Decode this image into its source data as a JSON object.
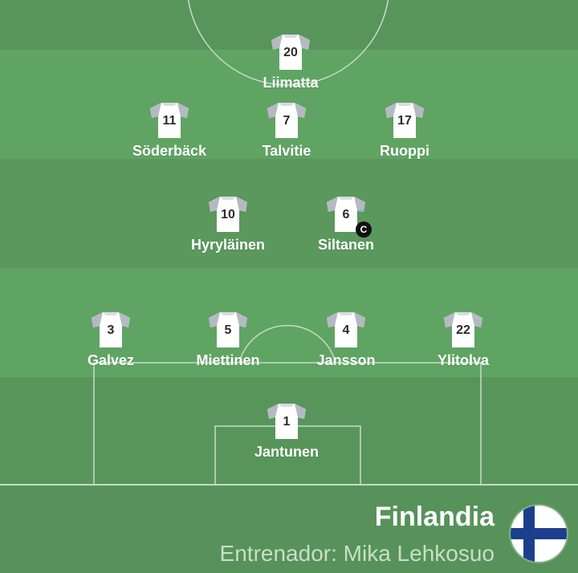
{
  "team": {
    "name": "Finlandia",
    "coach_label": "Entrenador:",
    "coach_name": "Mika Lehkosuo",
    "flag_icon": "finland-flag-icon",
    "colors": {
      "flag_white": "#ffffff",
      "flag_blue": "#1c3f8c",
      "shirt": "#ffffff",
      "shirt_sleeve": "#b5b9c3"
    }
  },
  "players": [
    {
      "number": "20",
      "name": "Liimatta"
    },
    {
      "number": "11",
      "name": "Söderbäck"
    },
    {
      "number": "7",
      "name": "Talvitie"
    },
    {
      "number": "17",
      "name": "Ruoppi"
    },
    {
      "number": "10",
      "name": "Hyryläinen"
    },
    {
      "number": "6",
      "name": "Siltanen",
      "captain_badge": "C"
    },
    {
      "number": "3",
      "name": "Galvez"
    },
    {
      "number": "5",
      "name": "Miettinen"
    },
    {
      "number": "4",
      "name": "Jansson"
    },
    {
      "number": "22",
      "name": "Ylitolva"
    },
    {
      "number": "1",
      "name": "Jantunen"
    }
  ]
}
